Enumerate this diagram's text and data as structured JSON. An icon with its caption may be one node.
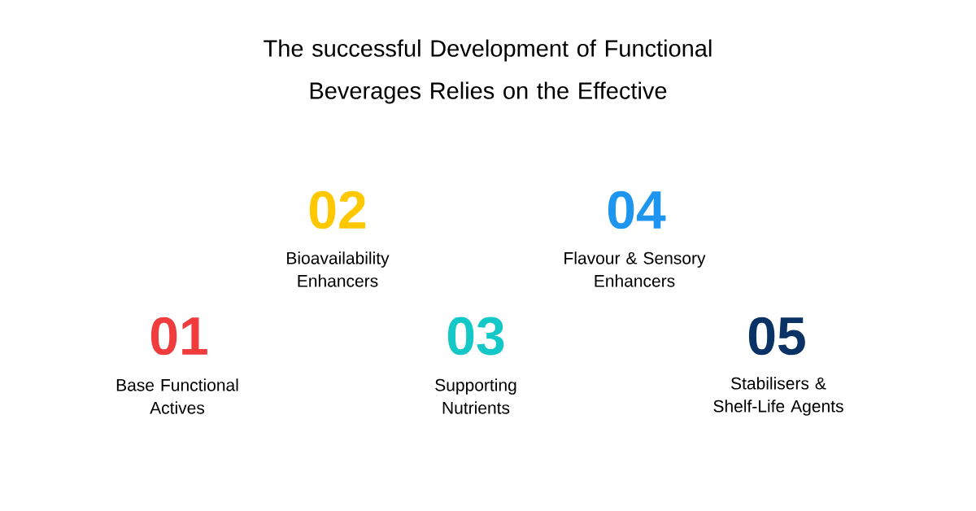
{
  "diagram": {
    "title": "The successful Development of Functional Beverages Relies on the Effective",
    "labels": [
      "02",
      "Bioavailability Enhancers",
      "04",
      "Flavour & Sensory Enhancers",
      "01",
      "Base Functional Actives",
      "03",
      "Supporting Nutrients",
      "05",
      "Stabilisers & Shelf-Life Agents"
    ]
  }
}
